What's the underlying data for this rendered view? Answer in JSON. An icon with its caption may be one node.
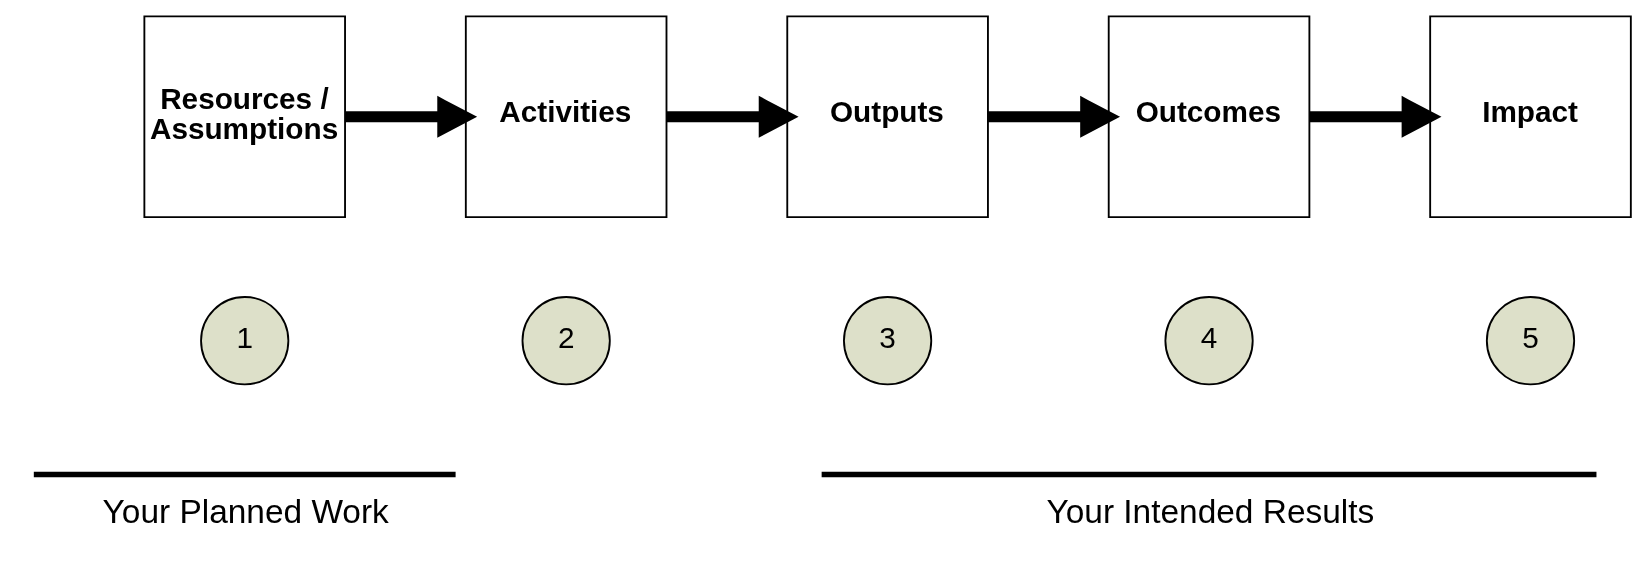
{
  "diagram": {
    "nodes": [
      {
        "text": [
          "Resources / Assumptions"
        ]
      },
      {
        "text": [
          "Activities"
        ]
      },
      {
        "text": [
          "Outputs"
        ]
      },
      {
        "text": [
          "Outcomes"
        ]
      },
      {
        "text": [
          "Impact"
        ]
      },
      {
        "text": [
          "1"
        ]
      },
      {
        "text": [
          "2"
        ]
      },
      {
        "text": [
          "3"
        ]
      },
      {
        "text": [
          "4"
        ]
      },
      {
        "text": [
          "5"
        ]
      }
    ],
    "edges": [
      {
        "from": 0,
        "to": 1,
        "arrow": "to"
      },
      {
        "from": 1,
        "to": 2,
        "arrow": "to"
      },
      {
        "from": 2,
        "to": 3,
        "arrow": "to"
      },
      {
        "from": 3,
        "to": 4,
        "arrow": "to"
      }
    ],
    "labels": [
      "Your Planned Work",
      "Your Intended Results"
    ]
  }
}
